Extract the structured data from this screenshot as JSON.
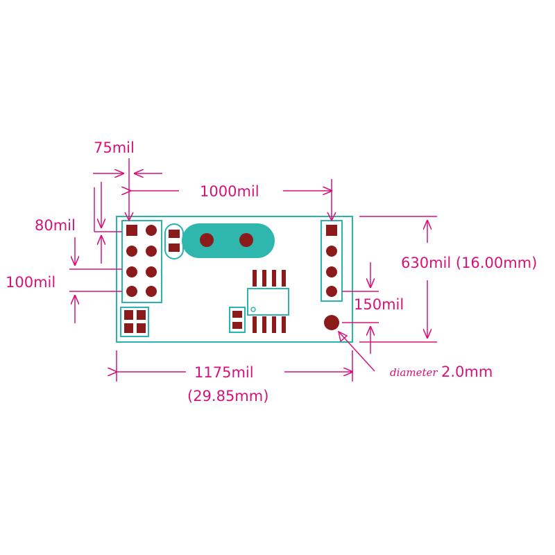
{
  "colors": {
    "board_outline": "#28b4b0",
    "pad": "#8b1a1a",
    "dimension": "#d6127a",
    "crystal_body": "#2fb7ae",
    "background": "#ffffff"
  },
  "dimensions": {
    "pin_width": "75mil",
    "header_span": "1000mil",
    "pin_height": "80mil",
    "row_pitch": "100mil",
    "board_height": "630mil (16.00mm)",
    "hole_offset": "150mil",
    "board_width_mil": "1175mil",
    "board_width_mm": "(29.85mm)",
    "hole_label": "diameter",
    "hole_size": "2.0mm"
  }
}
